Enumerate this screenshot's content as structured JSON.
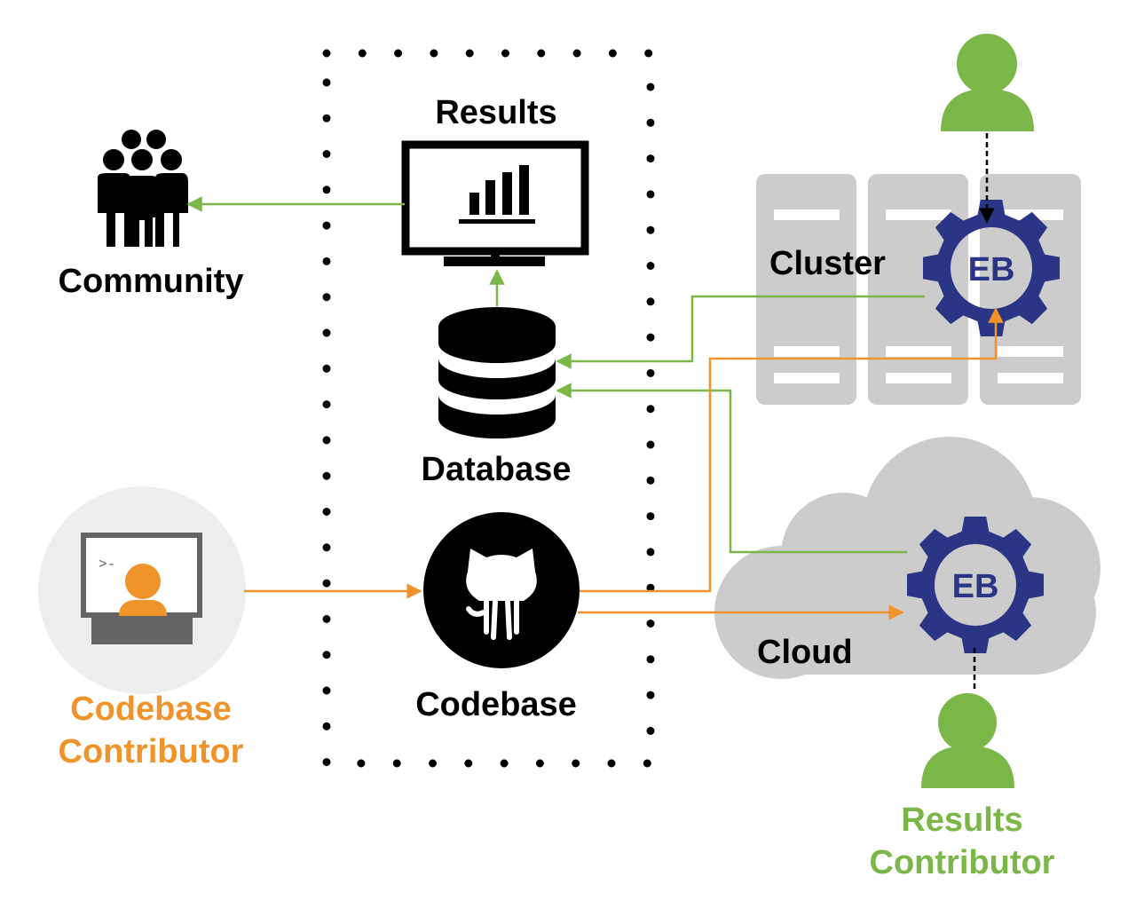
{
  "labels": {
    "results": "Results",
    "community": "Community",
    "database": "Database",
    "codebase": "Codebase",
    "cluster": "Cluster",
    "cloud": "Cloud",
    "eb_cluster": "EB",
    "eb_cloud": "EB",
    "codebase_contributor_line1": "Codebase",
    "codebase_contributor_line2": "Contributor",
    "results_contributor_line1": "Results",
    "results_contributor_line2": "Contributor"
  },
  "colors": {
    "green": "#7ab648",
    "orange": "#f0932b",
    "navy": "#2b3585",
    "gray": "#cccccc",
    "black": "#000000"
  },
  "icons": {
    "community": "people-group-icon",
    "results": "monitor-bar-chart-icon",
    "database": "database-icon",
    "codebase": "github-octocat-icon",
    "contributor": "developer-at-computer-icon",
    "eb": "gear-icon",
    "person": "person-icon",
    "cluster": "server-rack-icon",
    "cloud": "cloud-icon"
  }
}
